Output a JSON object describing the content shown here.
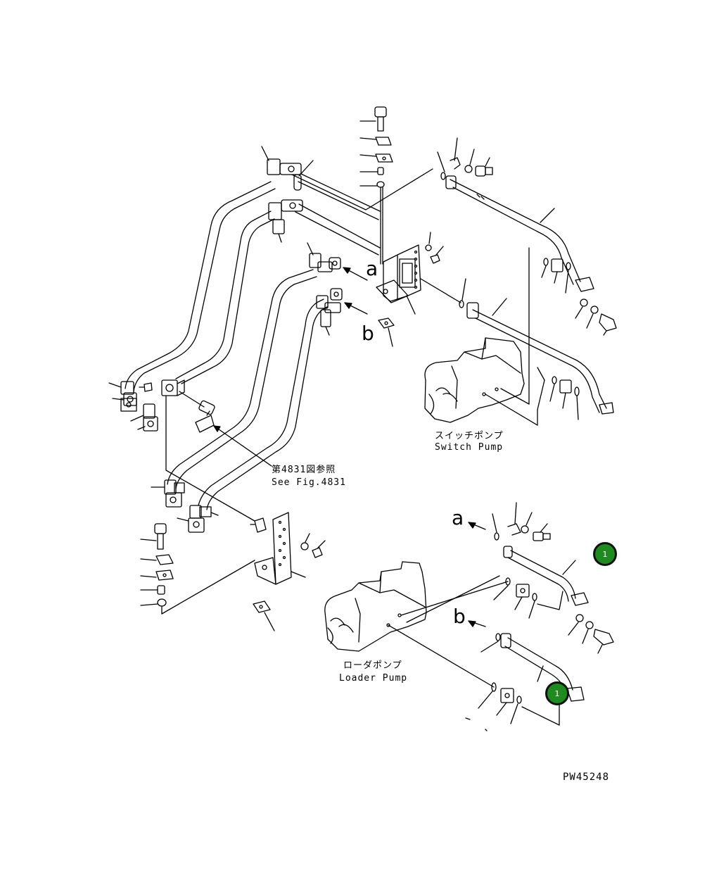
{
  "labels": {
    "switch_pump_jp": "スイッチポンプ",
    "switch_pump_en": "Switch Pump",
    "see_fig_jp": "第4831図参照",
    "see_fig_en": "See Fig.4831",
    "loader_pump_jp": "ローダポンプ",
    "loader_pump_en": "Loader Pump",
    "drawing_code": "PW45248"
  },
  "view_letters": {
    "a_upper": "a",
    "b_upper": "b",
    "a_lower": "a",
    "b_lower": "b"
  },
  "hotspots": [
    {
      "label": "1"
    },
    {
      "label": "1"
    }
  ],
  "colors": {
    "hotspot_fill": "#1f8a1f",
    "hotspot_border": "#111111",
    "line": "#000000"
  }
}
